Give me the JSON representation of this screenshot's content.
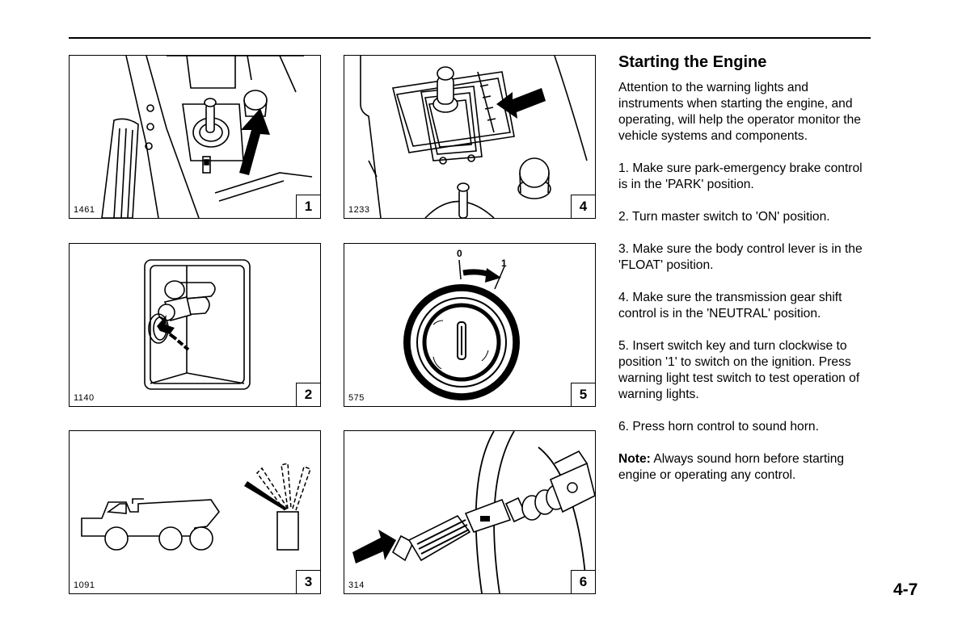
{
  "heading": "Starting the Engine",
  "paragraphs": [
    "Attention to the warning lights and instruments when starting the engine, and operating, will help the operator monitor the vehicle systems and components.",
    "1. Make sure park-emergency brake control is in the 'PARK' position.",
    "2. Turn master switch to 'ON' position.",
    "3. Make sure the body control lever is in the 'FLOAT' position.",
    "4. Make sure the transmission gear shift control is in the 'NEUTRAL' position.",
    "5. Insert switch key and turn clockwise to position '1' to switch on the ignition. Press warning light test switch to test operation of warning lights.",
    "6. Press horn control to sound horn."
  ],
  "note": {
    "label": "Note:",
    "text": " Always sound horn before starting engine or operating any control."
  },
  "page_number": "4-7",
  "figures": [
    {
      "code": "1461",
      "number": "1"
    },
    {
      "code": "1233",
      "number": "4"
    },
    {
      "code": "1140",
      "number": "2"
    },
    {
      "code": "575",
      "number": "5"
    },
    {
      "code": "1091",
      "number": "3"
    },
    {
      "code": "314",
      "number": "6"
    }
  ],
  "key_positions": {
    "off": "0",
    "on": "1"
  }
}
